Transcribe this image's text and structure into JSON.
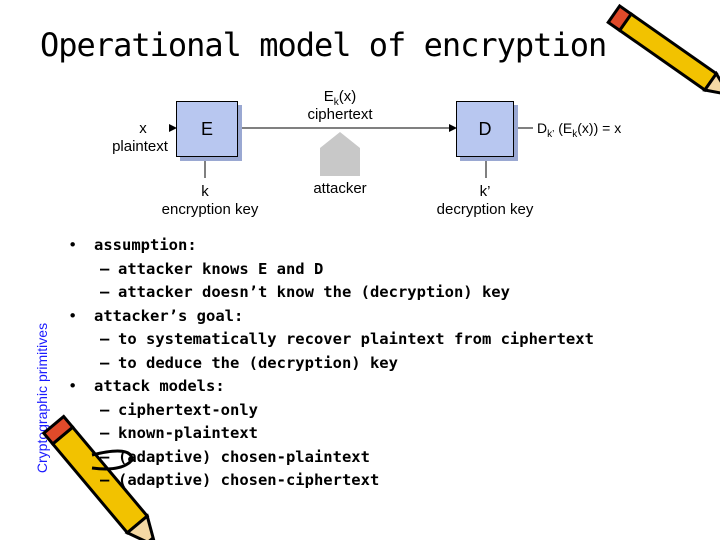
{
  "title": "Operational model of encryption",
  "side_label": "Cryptographic primitives",
  "diagram": {
    "encrypt_box": "E",
    "decrypt_box": "D",
    "x_label": "x",
    "plaintext_label": "plaintext",
    "k_label": "k",
    "enc_key_label": "encryption key",
    "ek_label": "E",
    "ek_sub": "k",
    "ek_arg": "(x)",
    "ciphertext_label": "ciphertext",
    "attacker_label": "attacker",
    "kp_label": "k’",
    "dec_key_label": "decryption key",
    "output_D": "D",
    "output_sub1": "k’",
    "output_mid": " (E",
    "output_sub2": "k",
    "output_rest": "(x)) = x"
  },
  "bullets": [
    {
      "text": "assumption:",
      "subs": [
        "attacker knows E and D",
        "attacker doesn’t know the (decryption) key"
      ]
    },
    {
      "text": "attacker’s goal:",
      "subs": [
        "to systematically recover plaintext from ciphertext",
        "to deduce the (decryption) key"
      ]
    },
    {
      "text": "attack models:",
      "subs": [
        "ciphertext-only",
        "known-plaintext",
        "(adaptive) chosen-plaintext",
        "(adaptive) chosen-ciphertext"
      ]
    }
  ],
  "colors": {
    "box_fill": "#b8c7f0",
    "side_label": "#1a1aff",
    "pencil": "#f2c200"
  }
}
